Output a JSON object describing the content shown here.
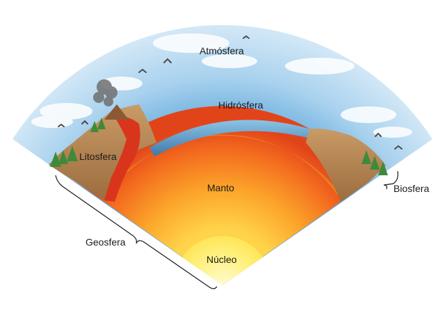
{
  "labels": {
    "atmosfera": "Atmósfera",
    "hidrosfera": "Hidrósfera",
    "litosfera": "Litosfera",
    "manto": "Manto",
    "nucleo": "Núcleo",
    "geosfera": "Geosfera",
    "biosfera": "Biosfera"
  },
  "colors": {
    "sky_top": "#c8e2f3",
    "sky_bottom": "#6fb0dd",
    "crust": "#b98a5a",
    "water": "#4f8fbf",
    "mantle_outer": "#e8551e",
    "mantle_inner": "#f9a21b",
    "core": "#fff07a",
    "lava": "#d9351c",
    "forest": "#3f8a3a"
  }
}
